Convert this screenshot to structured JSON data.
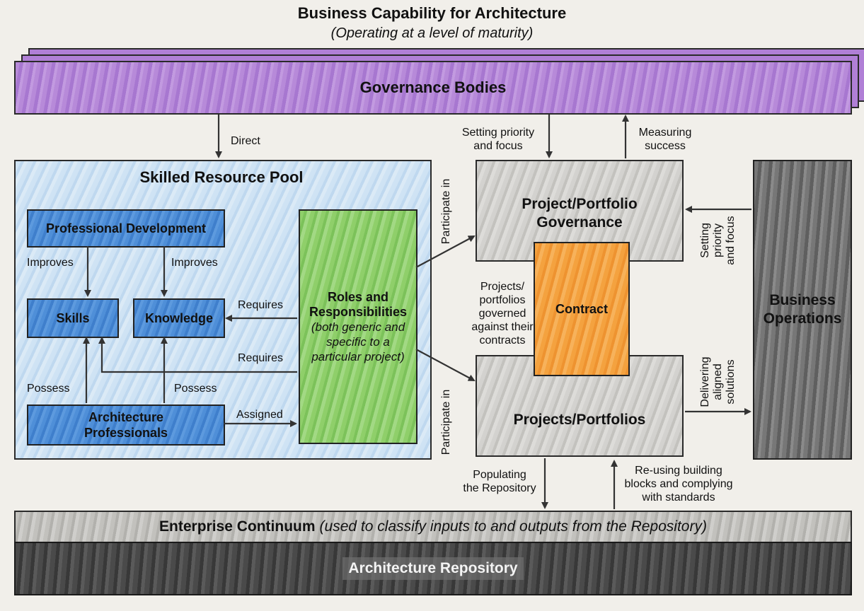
{
  "header": {
    "title": "Business Capability for Architecture",
    "subtitle": "(Operating at a level of maturity)"
  },
  "governance": {
    "label": "Governance Bodies"
  },
  "pool": {
    "title": "Skilled Resource Pool",
    "professional_development": "Professional Development",
    "skills": "Skills",
    "knowledge": "Knowledge",
    "architecture_professionals": "Architecture\nProfessionals",
    "roles": {
      "title": "Roles and Responsibilities",
      "detail": "(both generic and specific to a particular project)"
    }
  },
  "portfolio_governance": {
    "label": "Project/Portfolio Governance"
  },
  "contract": {
    "label": "Contract"
  },
  "projects": {
    "label": "Projects/Portfolios"
  },
  "business_operations": {
    "label": "Business Operations"
  },
  "continuum": {
    "bold": "Enterprise Continuum",
    "italic": "(used to classify inputs to and outputs from the Repository)"
  },
  "repository": {
    "label": "Architecture Repository"
  },
  "edges": {
    "direct": "Direct",
    "setting_priority_top": "Setting priority\nand focus",
    "measuring_success": "Measuring\nsuccess",
    "improves_left": "Improves",
    "improves_right": "Improves",
    "requires_top": "Requires",
    "requires_bottom": "Requires",
    "possess_left": "Possess",
    "possess_right": "Possess",
    "assigned": "Assigned",
    "participate_top": "Participate in",
    "participate_bottom": "Participate in",
    "governed_against": "Projects/\nportfolios\ngoverned\nagainst their\ncontracts",
    "setting_priority_side": "Setting\npriority\nand focus",
    "delivering": "Delivering\naligned\nsolutions",
    "populating": "Populating\nthe Repository",
    "reusing": "Re-using building\nblocks and complying\nwith standards"
  },
  "colors": {
    "governance": "#b07fd6",
    "pool": "#cfe3f4",
    "blue_box": "#4f8fd8",
    "roles": "#8fcf6a",
    "contract": "#f4a23f",
    "gray_box": "#d3d2cf",
    "business_operations": "#6e6e6e",
    "repository": "#444444"
  }
}
